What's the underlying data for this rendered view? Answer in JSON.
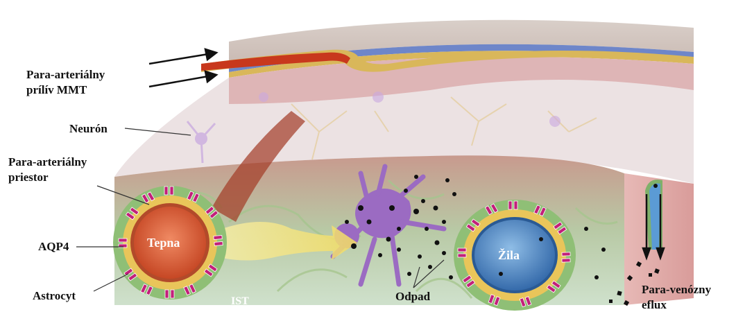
{
  "labels": {
    "influx_line1": "Para-arteriálny",
    "influx_line2": "prílív MMT",
    "neuron": "Neurón",
    "space_line1": "Para-arteriálny",
    "space_line2": "priestor",
    "aqp4": "AQP4",
    "astrocyte": "Astrocyt",
    "artery": "Tepna",
    "vein": "Žila",
    "ist": "IST",
    "waste": "Odpad",
    "efflux_line1": "Para-venózny",
    "efflux_line2": "eflux"
  },
  "colors": {
    "artery": "#d9542e",
    "vein": "#3f7fc0",
    "astrocyte_green": "#7fb06a",
    "perivascular_yellow": "#e9c55a",
    "aqp4_magenta": "#c2207a",
    "neuron_purple": "#9a6fbf",
    "brain_pink": "#e6b7b3",
    "flow_arrow": "#f3e27a",
    "waste": "#111111"
  }
}
